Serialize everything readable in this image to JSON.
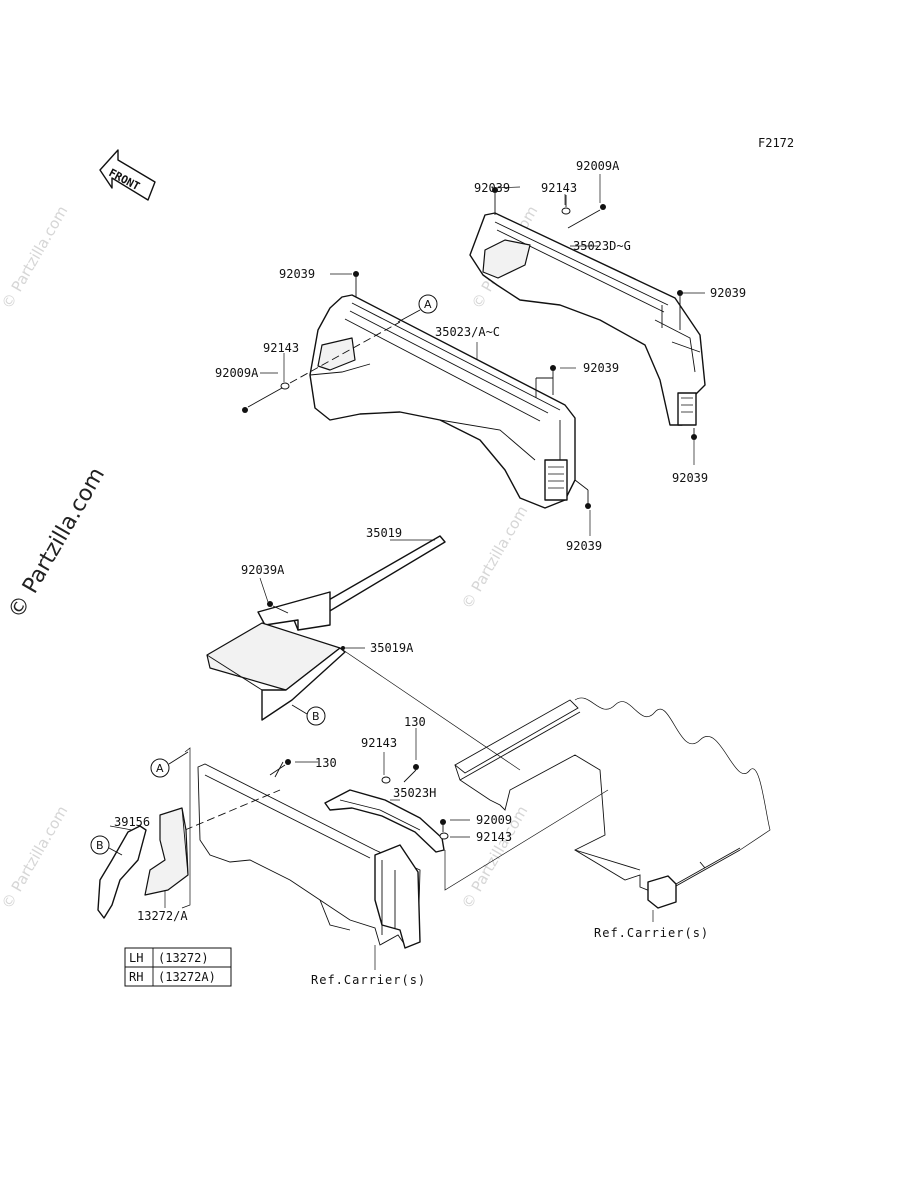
{
  "figure_code": "F2172",
  "front_label": "FRONT",
  "watermark_main": "© Partzilla.com",
  "watermark_faint": "© Partzilla.com",
  "callouts": {
    "a": "A",
    "b": "B"
  },
  "parts": {
    "p92039_top": "92039",
    "p92143_top": "92143",
    "p92009A_top": "92009A",
    "p35023DG": "35023D~G",
    "p92039_rt1": "92039",
    "p92039_rt2": "92039",
    "p92039_left": "92039",
    "p35023AC": "35023/A~C",
    "p92143_left": "92143",
    "p92009A_left": "92009A",
    "p92039_mid": "92039",
    "p92039_low": "92039",
    "p35019": "35019",
    "p92039A": "92039A",
    "p35019A": "35019A",
    "p130a": "130",
    "p130b": "130",
    "p92143_c": "92143",
    "p35023H": "35023H",
    "p92009": "92009",
    "p92143_d": "92143",
    "p39156": "39156",
    "p13272A": "13272/A",
    "ref_carrier_1": "Ref.Carrier(s)",
    "ref_carrier_2": "Ref.Carrier(s)"
  },
  "side_table": {
    "rows": [
      {
        "side": "LH",
        "part": "(13272)"
      },
      {
        "side": "RH",
        "part": "(13272A)"
      }
    ]
  }
}
